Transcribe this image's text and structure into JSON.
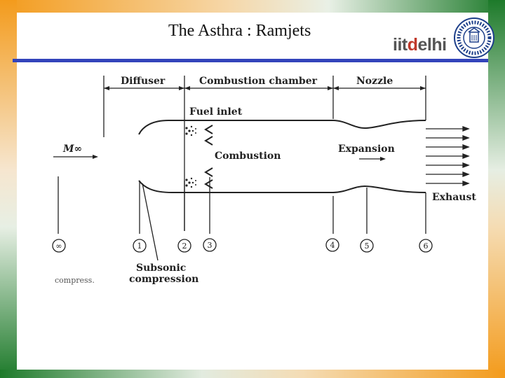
{
  "slide": {
    "title": "The Asthra : Ramjets",
    "logo": {
      "part1": "iit",
      "part2": "d",
      "part3": "elhi"
    }
  },
  "diagram": {
    "section_labels": {
      "diffuser": "Diffuser",
      "combustion_chamber": "Combustion chamber",
      "nozzle": "Nozzle"
    },
    "annotations": {
      "fuel_inlet": "Fuel inlet",
      "combustion": "Combustion",
      "expansion": "Expansion",
      "exhaust": "Exhaust",
      "freestream": "M∞",
      "subsonic_1": "Subsonic",
      "subsonic_2": "compression",
      "compress_fragment": "compress."
    },
    "stations": [
      "∞",
      "1",
      "2",
      "3",
      "4",
      "5",
      "6"
    ]
  },
  "colors": {
    "blue_rule": "#3344bb",
    "saffron": "#f39b1c",
    "green": "#1d7a2a"
  }
}
